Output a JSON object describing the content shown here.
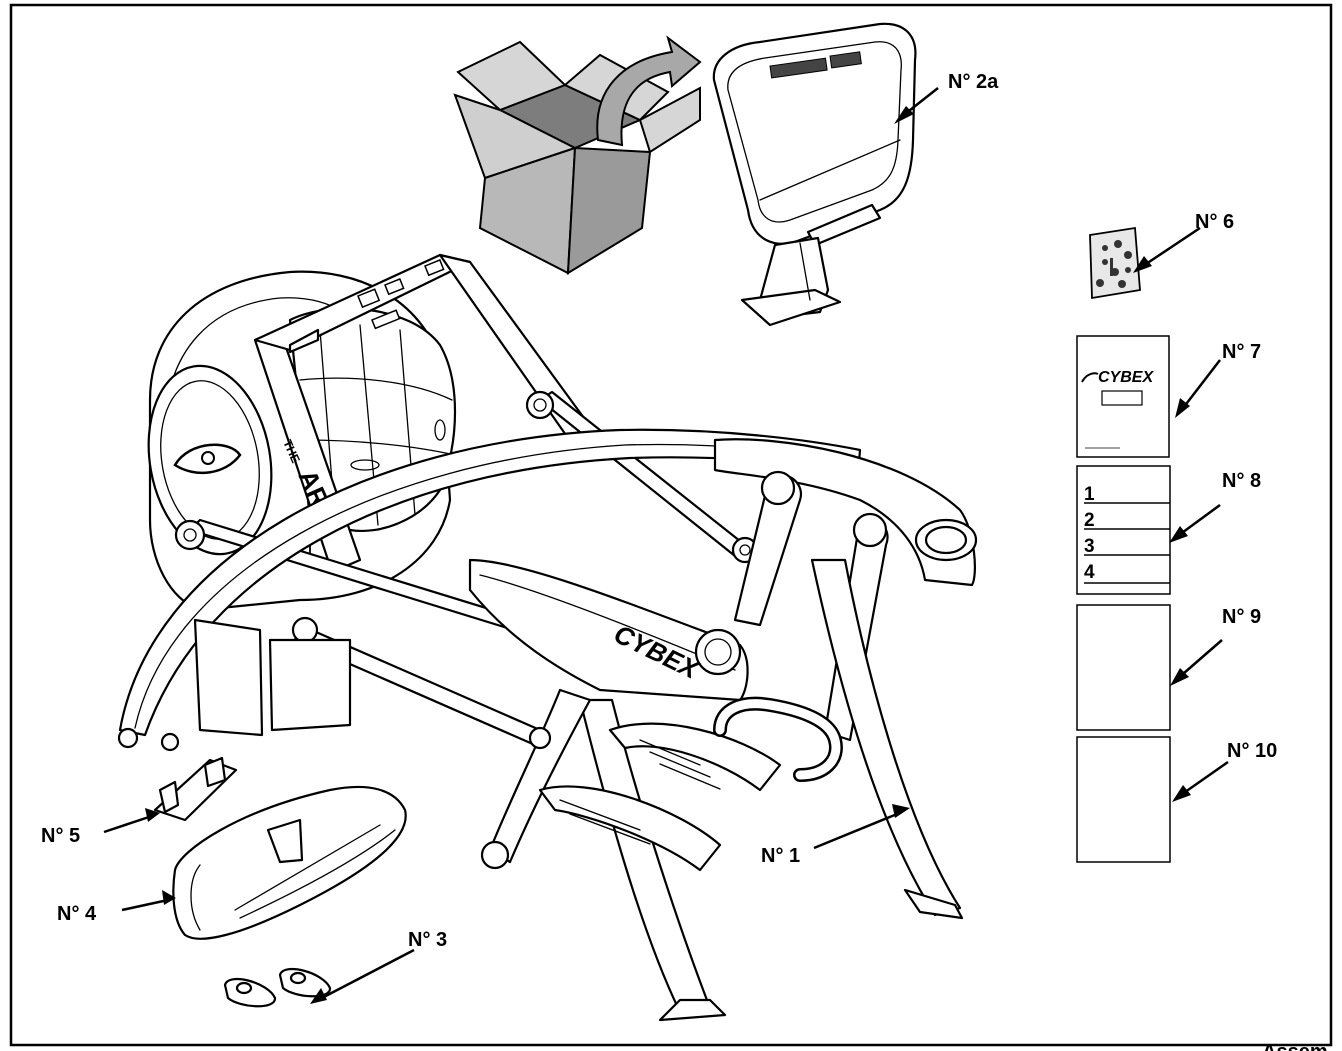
{
  "labels": {
    "part1": "N° 1",
    "part2a": "N° 2a",
    "part3": "N° 3",
    "part4": "N° 4",
    "part5": "N° 5",
    "part6": "N° 6",
    "part7": "N° 7",
    "part8": "N° 8",
    "part9": "N° 9",
    "part10": "N° 10"
  },
  "machine": {
    "brand": "CYBEX",
    "model_small": "THE",
    "model_large": "ARC"
  },
  "manual": {
    "brand": "CYBEX"
  },
  "sections_booklet": {
    "items": [
      "1",
      "2",
      "3",
      "4"
    ]
  },
  "footer": {
    "cut_text": "Assem"
  },
  "colors": {
    "box_front": "#b8b8b8",
    "box_side": "#9a9a9a",
    "box_inside": "#7d7d7d",
    "flap": "#d6d6d6",
    "arrow_fill": "#a8a8a8"
  }
}
